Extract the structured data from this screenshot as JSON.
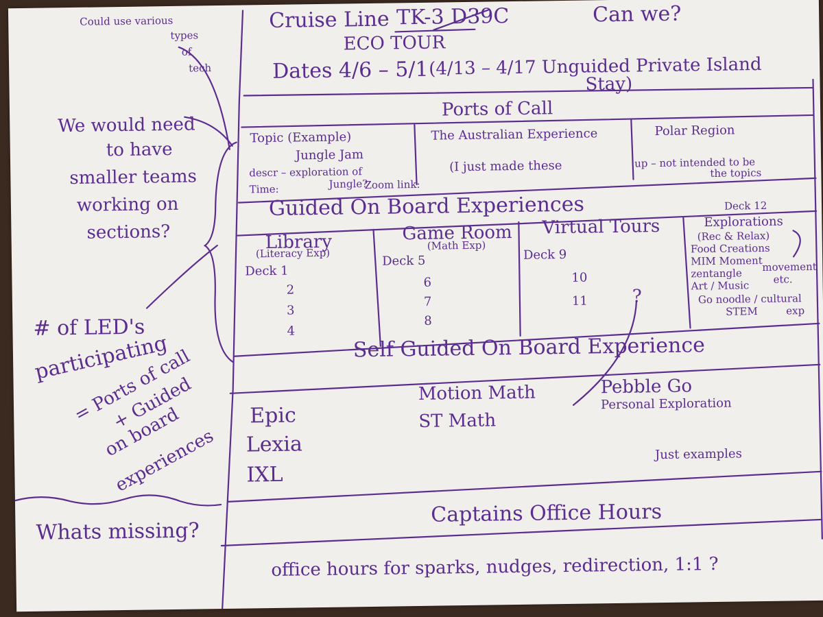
{
  "header": {
    "cruise_line": "Cruise Line",
    "code": "TK-3 D39C",
    "can_we": "Can we?",
    "eco_tour": "ECO TOUR",
    "dates": "Dates 4/6 – 5/1",
    "island_stay": "(4/13 – 4/17 Unguided Private Island",
    "island_stay_2": "Stay)"
  },
  "left_notes": {
    "tech": [
      "Could use various",
      "types",
      "of",
      "tech"
    ],
    "teams": [
      "We would need",
      "to have",
      "smaller teams",
      "working on",
      "sections?"
    ],
    "leds": [
      "# of LED's",
      "participating",
      "= Ports of call",
      "+ Guided",
      "on board",
      "experiences"
    ],
    "missing": "Whats missing?"
  },
  "ports": {
    "title": "Ports of Call",
    "topic": "Topic (Example)",
    "jungle": "Jungle Jam",
    "descr": "descr – exploration of",
    "descr2": "Jungle?",
    "zoom": "Zoom link:",
    "time": "Time:",
    "australian": "The Australian Experience",
    "made_up": "(I just made these",
    "made_up_2": "up – not intended to be",
    "made_up_3": "the topics",
    "polar": "Polar Region"
  },
  "guided": {
    "title": "Guided On Board Experiences",
    "library": "Library",
    "library_sub": "(Literacy Exp)",
    "library_deck": "Deck 1",
    "library_decks": [
      "2",
      "3",
      "4"
    ],
    "game": "Game Room",
    "game_sub": "(Math Exp)",
    "game_deck": "Deck 5",
    "game_decks": [
      "6",
      "7",
      "8"
    ],
    "virtual": "Virtual Tours",
    "virtual_deck": "Deck 9",
    "virtual_decks": [
      "10",
      "11"
    ],
    "question": "?",
    "deck12": "Deck 12",
    "explorations": "Explorations",
    "explorations_sub": "(Rec & Relax)",
    "explorations_items": [
      "Food Creations",
      "MIM Moment",
      "zentangle",
      "Art / Music",
      "Go noodle / cultural",
      "STEM",
      "exp"
    ],
    "movement": "movement",
    "etc": "etc."
  },
  "self_guided": {
    "title": "Self Guided On Board Experience",
    "col1": [
      "Epic",
      "Lexia",
      "IXL"
    ],
    "col2": [
      "Motion Math",
      "ST Math"
    ],
    "col3": [
      "Pebble Go",
      "Personal Exploration"
    ],
    "just_examples": "Just examples"
  },
  "captains": {
    "title": "Captains Office Hours",
    "detail": "office hours for sparks, nudges, redirection, 1:1 ?"
  }
}
